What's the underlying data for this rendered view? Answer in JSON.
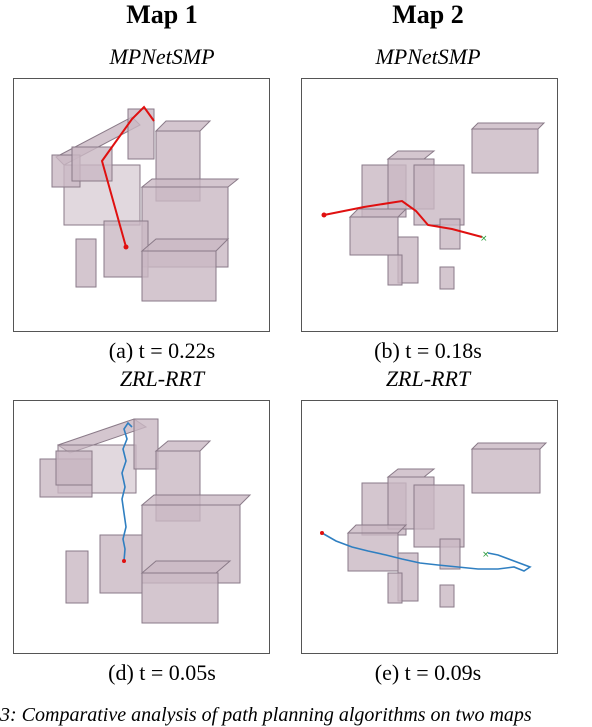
{
  "columns": [
    {
      "title": "Map 1"
    },
    {
      "title": "Map 2"
    }
  ],
  "rows": [
    {
      "method": "MPNetSMP",
      "captions": [
        "(a) t = 0.22s",
        "(b) t = 0.18s"
      ]
    },
    {
      "method": "ZRL-RRT",
      "captions": [
        "(d) t = 0.05s",
        "(e) t = 0.09s"
      ]
    }
  ],
  "figure_caption": "3: Comparative analysis of path planning algorithms on two maps",
  "colors": {
    "obstacle_fill": "#c9b8c3",
    "obstacle_edge": "#8a7a88",
    "mpnet_path": "#e01010",
    "zrl_path": "#2f7fc1",
    "goal_marker": "#2a9a3a",
    "start_marker": "#e01010"
  }
}
